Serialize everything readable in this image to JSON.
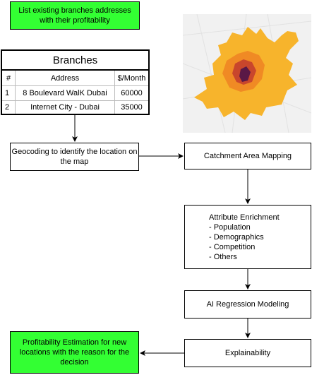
{
  "steps": {
    "list_branches": "List existing branches addresses with their profitability",
    "geocoding": "Geocoding to identify the location on the map",
    "catchment": "Catchment Area Mapping",
    "enrichment_title": "Attribute Enrichment",
    "enrichment_items": [
      "- Population",
      "- Demographics",
      "- Competition",
      "- Others"
    ],
    "regression": "AI Regression Modeling",
    "explainability": "Explainability",
    "estimation": "Profitability Estimation for new locations with the reason for the decision"
  },
  "table": {
    "title": "Branches",
    "headers": [
      "#",
      "Address",
      "$/Month"
    ],
    "rows": [
      [
        "1",
        "8 Boulevard WalK Dubai",
        "60000"
      ],
      [
        "2",
        "Internet City - Dubai",
        "35000"
      ]
    ]
  },
  "colors": {
    "green": "#33ff33",
    "map_outer": "#f7b42c",
    "map_mid": "#f08a24",
    "map_inner": "#c9462c",
    "map_core": "#5a1846"
  }
}
